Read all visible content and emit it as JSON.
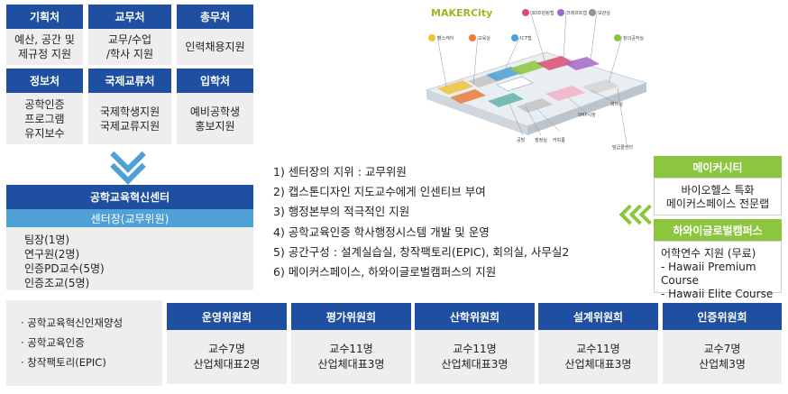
{
  "departments": [
    {
      "head": "기획처",
      "body": "예산, 공간 및\n제규정 지원"
    },
    {
      "head": "교무처",
      "body": "교무/수업\n/학사 지원"
    },
    {
      "head": "총무처",
      "body": "인력채용지원"
    },
    {
      "head": "정보처",
      "body": "공학인증\n프로그램\n유지보수"
    },
    {
      "head": "국제교류처",
      "body": "국제학생지원\n국제교류지원"
    },
    {
      "head": "입학처",
      "body": "예비공학생\n홍보지원"
    }
  ],
  "center": {
    "title": "공학교육혁신센터",
    "subtitle": "센터장(교무위원)",
    "members": [
      "팀장(1명)",
      "연구원(2명)",
      "인증PD교수(5명)",
      "인증조교(5명)"
    ]
  },
  "features": [
    "1) 센터장의 지위 : 교무위원",
    "2) 캡스톤디자인 지도교수에게 인센티브 부여",
    "3) 행정본부의 적극적인 지원",
    "4) 공학교육인증 학사행정시스템 개발 및 운영",
    "5) 공간구성 : 설계실습실, 창작팩토리(EPIC), 회의실, 사무실2",
    "6) 메이커스페이스, 하와이글로벌캠퍼스의 지원"
  ],
  "maker_city": {
    "head": "메이커시티",
    "body": [
      "바이오헬스 특화",
      "메이커스페이스 전문랩"
    ]
  },
  "hawaii": {
    "head": "하와이글로벌캠퍼스",
    "body": [
      "어학연수 지원 (무료)",
      "- Hawaii Premium Course",
      "- Hawaii Elite  Course"
    ]
  },
  "bottom_left": [
    "· 공학교육혁신인재양성",
    "· 공학교육인증",
    "· 창작팩토리(EPIC)"
  ],
  "committees": [
    {
      "head": "운영위원회",
      "body": "교수7명\n산업체대표2명"
    },
    {
      "head": "평가위원회",
      "body": "교수11명\n산업체대표3명"
    },
    {
      "head": "산학위원회",
      "body": "교수11명\n산업체대표3명"
    },
    {
      "head": "설계위원회",
      "body": "교수11명\n산업체대표3명"
    },
    {
      "head": "인증위원회",
      "body": "교수7명\n산업체3명"
    }
  ],
  "floor_plan": {
    "logo": "MAKERCity",
    "labels": [
      "헬스케어",
      "교육실",
      "ICT랩",
      "3D프린팅랩",
      "크래프트랩",
      "보관실",
      "창의공작실",
      "회의실",
      "SMP시장",
      "커피룸",
      "발급콜센터",
      "공방",
      "행정실"
    ]
  },
  "colors": {
    "navy": "#1e4fa1",
    "sky": "#4fa0d6",
    "green": "#8cc63f",
    "panel": "#eeeeee"
  }
}
